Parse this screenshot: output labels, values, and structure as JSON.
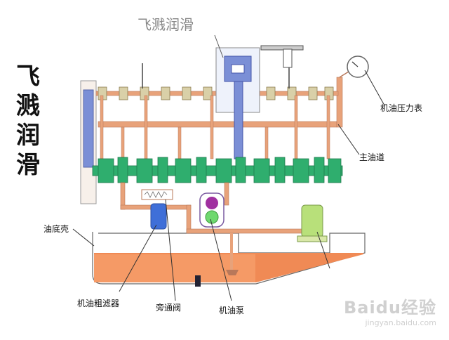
{
  "diagram": {
    "top_label": "飞溅润滑",
    "side_title": [
      "飞",
      "溅",
      "润",
      "滑"
    ],
    "labels": {
      "pressure_gauge": "机油压力表",
      "main_gallery": "主油道",
      "oil_pan": "油底壳",
      "coarse_filter": "机油粗滤器",
      "bypass_valve": "旁通阀",
      "oil_pump": "机油泵"
    },
    "watermark": {
      "brand": "Baidu经验",
      "url": "jingyan.baidu.com"
    },
    "colors": {
      "oil_line": "#e8a27a",
      "crankshaft": "#2fae6e",
      "oil_sump": "#f08a55",
      "engine_block": "#7b8fd6",
      "filter": "#3f6fd8",
      "pump_top": "#a030a0",
      "pump_bottom": "#6fd86f",
      "fine_filter": "#b8e07a"
    }
  }
}
